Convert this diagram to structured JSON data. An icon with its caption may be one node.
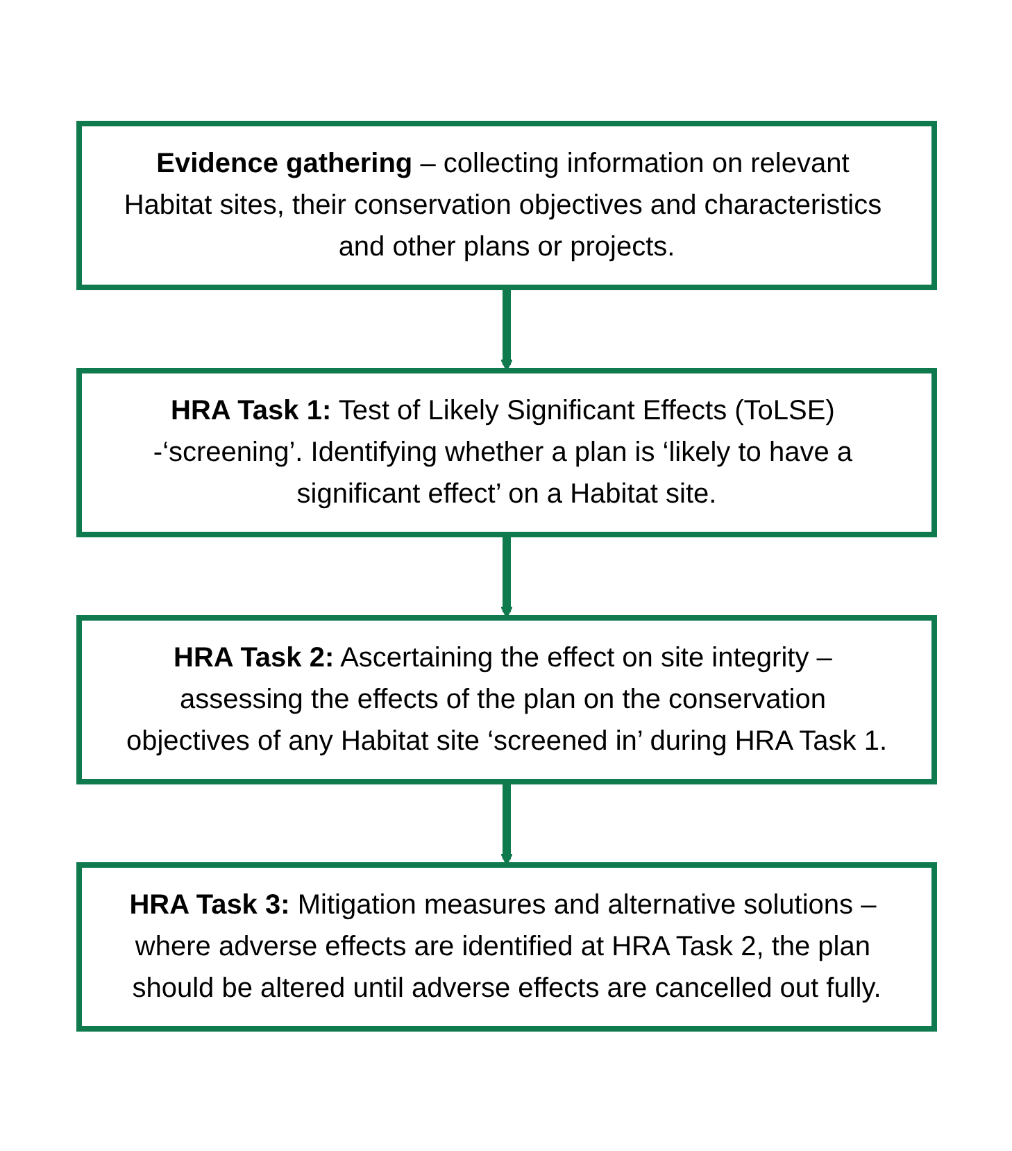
{
  "diagram": {
    "nodes": [
      {
        "text": [
          "**Evidence gathering** – collecting information on relevant Habitat sites, their conservation objectives and characteristics and other plans or projects."
        ]
      },
      {
        "text": [
          "**HRA Task 1:** Test of Likely Significant Effects (ToLSE) -‘screening’. Identifying whether a plan is ‘likely to have a significant effect’ on a Habitat site."
        ]
      },
      {
        "text": [
          "**HRA Task 2:** Ascertaining the effect on site integrity – assessing the effects of the plan on the conservation objectives of any Habitat site ‘screened in’ during HRA Task 1."
        ]
      },
      {
        "text": [
          "**HRA Task 3:** Mitigation measures and alternative solutions – where adverse effects are identified at HRA Task 2, the plan should be altered until adverse effects are cancelled out fully."
        ]
      }
    ],
    "edges": [
      {
        "from": 0,
        "to": 1,
        "arrow": "to"
      },
      {
        "from": 1,
        "to": 2,
        "arrow": "to"
      },
      {
        "from": 2,
        "to": 3,
        "arrow": "to"
      }
    ]
  }
}
